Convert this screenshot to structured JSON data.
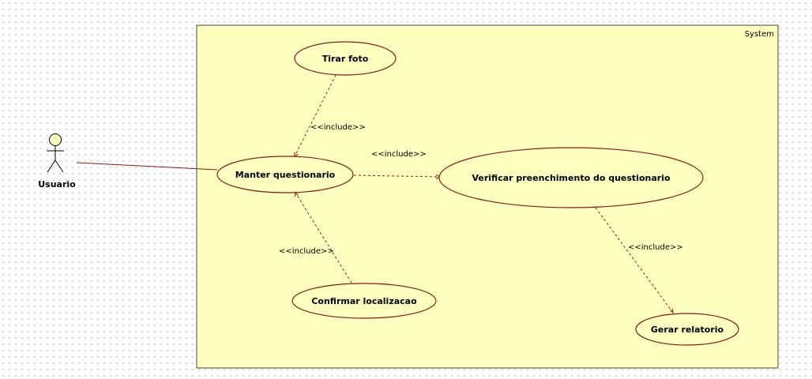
{
  "system": {
    "label": "System"
  },
  "actor": {
    "name": "Usuario"
  },
  "use_cases": {
    "tirar_foto": "Tirar foto",
    "manter_questionario": "Manter questionario",
    "verificar_preenchimento": "Verificar preenchimento do questionario",
    "confirmar_localizacao": "Confirmar localizacao",
    "gerar_relatorio": "Gerar relatorio"
  },
  "relations": {
    "include_1": "<<include>>",
    "include_2": "<<include>>",
    "include_3": "<<include>>",
    "include_4": "<<include>>"
  },
  "colors": {
    "fill": "#ffffc0",
    "stroke": "#8b1a1a"
  }
}
